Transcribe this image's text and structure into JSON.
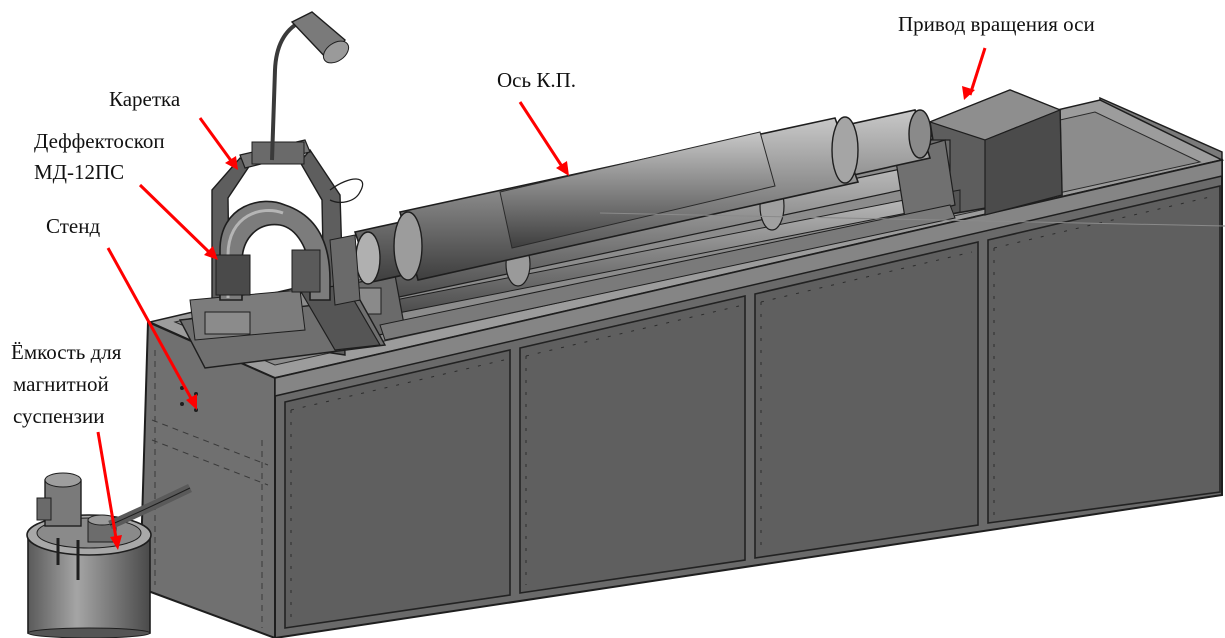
{
  "labels": {
    "drive": "Привод вращения оси",
    "axle": "Ось К.П.",
    "carriage": "Каретка",
    "detector_line1": "Деффектоскоп",
    "detector_line2": "МД-12ПС",
    "stand": "Стенд",
    "tank_line1": "Ёмкость для",
    "tank_line2": "магнитной",
    "tank_line3": "суспензии"
  },
  "colors": {
    "arrow": "#ff0000",
    "body": "#6b6b6b",
    "body_dark": "#3c3c3c",
    "top": "#9a9a9a",
    "edge": "#1e1e1e"
  }
}
